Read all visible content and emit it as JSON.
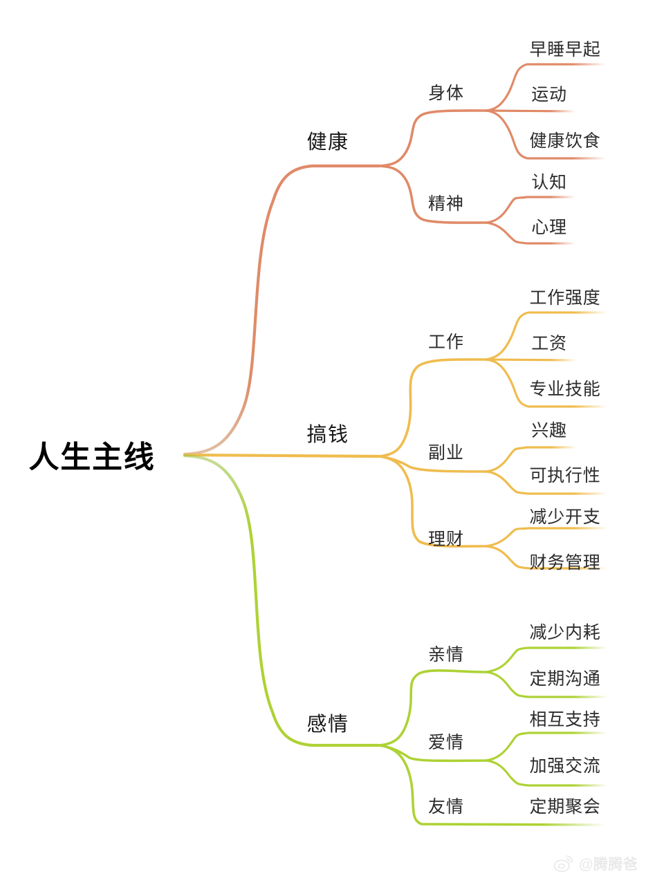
{
  "diagram": {
    "type": "mindmap",
    "title": "人生主线",
    "root": {
      "label": "人生主线"
    },
    "colors": {
      "health": "#E08A68",
      "money": "#EFBC4E",
      "relationship": "#AED235",
      "text": "#1c1c1c",
      "background": "#ffffff"
    },
    "branches": [
      {
        "label": "健康",
        "color_key": "health",
        "children": [
          {
            "label": "身体",
            "children": [
              {
                "label": "早睡早起"
              },
              {
                "label": "运动"
              },
              {
                "label": "健康饮食"
              }
            ]
          },
          {
            "label": "精神",
            "children": [
              {
                "label": "认知"
              },
              {
                "label": "心理"
              }
            ]
          }
        ]
      },
      {
        "label": "搞钱",
        "color_key": "money",
        "children": [
          {
            "label": "工作",
            "children": [
              {
                "label": "工作强度"
              },
              {
                "label": "工资"
              },
              {
                "label": "专业技能"
              }
            ]
          },
          {
            "label": "副业",
            "children": [
              {
                "label": "兴趣"
              },
              {
                "label": "可执行性"
              }
            ]
          },
          {
            "label": "理财",
            "children": [
              {
                "label": "减少开支"
              },
              {
                "label": "财务管理"
              }
            ]
          }
        ]
      },
      {
        "label": "感情",
        "color_key": "relationship",
        "children": [
          {
            "label": "亲情",
            "children": [
              {
                "label": "减少内耗"
              },
              {
                "label": "定期沟通"
              }
            ]
          },
          {
            "label": "爱情",
            "children": [
              {
                "label": "相互支持"
              },
              {
                "label": "加强交流"
              }
            ]
          },
          {
            "label": "友情",
            "children": [
              {
                "label": "定期聚会"
              }
            ]
          }
        ]
      }
    ]
  },
  "watermark": {
    "handle": "@腾腾爸",
    "logo_icon": "weibo-logo-icon"
  }
}
